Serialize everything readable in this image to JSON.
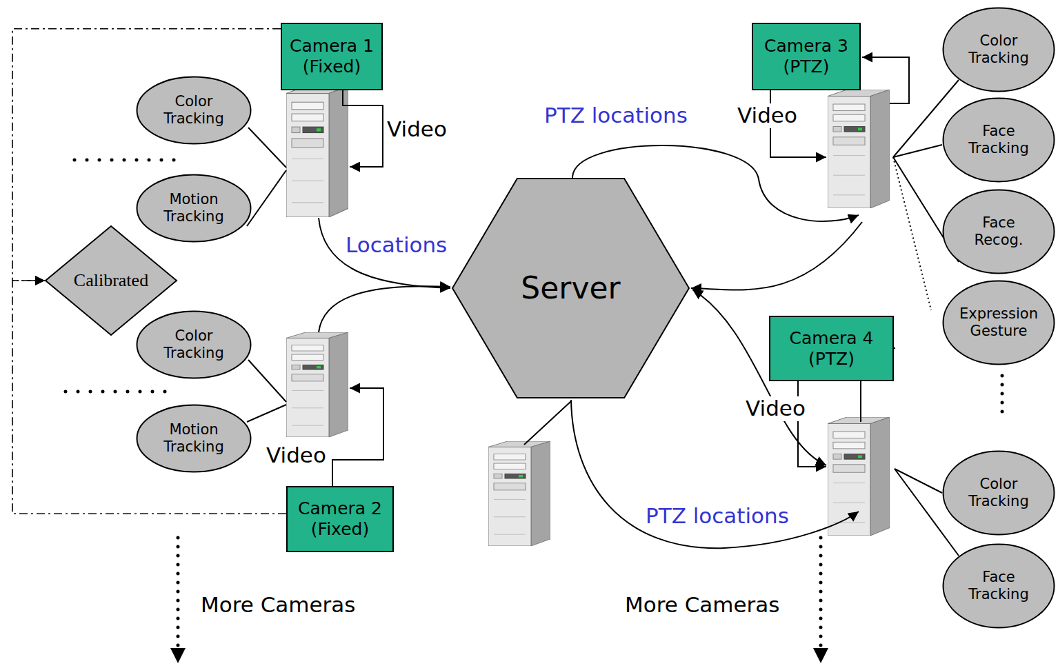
{
  "diagram": {
    "nodes": [
      {
        "text": [
          "Camera 1 (Fixed)"
        ]
      },
      {
        "text": [
          "Color Tracking"
        ]
      },
      {
        "text": [
          "Motion Tracking"
        ]
      },
      {
        "text": [
          "Calibrated"
        ]
      },
      {
        "text": [
          "Color Tracking"
        ]
      },
      {
        "text": [
          "Motion Tracking"
        ]
      },
      {
        "text": [
          "Camera 2 (Fixed)"
        ]
      },
      {
        "text": [
          "Server"
        ]
      },
      {
        "text": [
          "Camera 3 (PTZ)"
        ]
      },
      {
        "text": [
          "Color Tracking"
        ]
      },
      {
        "text": [
          "Face Tracking"
        ]
      },
      {
        "text": [
          "Face Recog."
        ]
      },
      {
        "text": [
          "Expression Gesture"
        ]
      },
      {
        "text": [
          "Camera 4 (PTZ)"
        ]
      },
      {
        "text": [
          "Color Tracking"
        ]
      },
      {
        "text": [
          "Face Tracking"
        ]
      }
    ],
    "edges": [
      {
        "from": 0,
        "to": 3,
        "arrow": "to"
      },
      {
        "from": 6,
        "to": 3,
        "arrow": "to"
      }
    ],
    "labels": [
      "PTZ locations",
      "Video",
      "Video",
      "Locations",
      "Video",
      "Video",
      "PTZ locations",
      "More Cameras",
      "More Cameras"
    ]
  }
}
